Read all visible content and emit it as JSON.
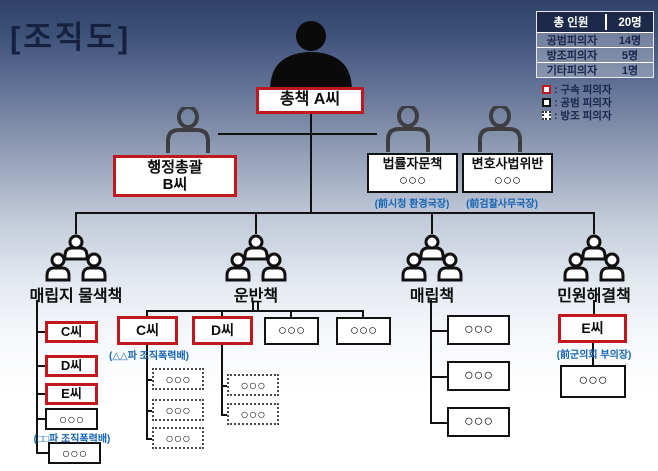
{
  "title": "[조직도]",
  "colors": {
    "arrest_red": "#c0181c",
    "navy": "#1c2949",
    "note_blue": "#1464b4"
  },
  "stats": {
    "header_label": "총 인원",
    "header_value": "20명",
    "rows": [
      {
        "label": "공범피의자",
        "value": "14명"
      },
      {
        "label": "방조피의자",
        "value": "5명"
      },
      {
        "label": "기타피의자",
        "value": "1명"
      }
    ],
    "legend": [
      {
        "style": "arrest",
        "label": ": 구속 피의자"
      },
      {
        "style": "accomplice",
        "label": ": 공범 피의자"
      },
      {
        "style": "abet",
        "label": ": 방조 피의자"
      }
    ]
  },
  "boss": {
    "label": "총책 A씨"
  },
  "deputies": [
    {
      "line1": "행정총괄",
      "line2": "B씨"
    },
    {
      "line1": "법률자문책",
      "line2": "○○○",
      "note": "(前시청 환경국장)"
    },
    {
      "line1": "변호사법위반",
      "line2": "○○○",
      "note": "(前검찰사무국장)"
    }
  ],
  "groups": [
    {
      "label": "매립지 물색책",
      "members": [
        {
          "label": "C씨"
        },
        {
          "label": "D씨"
        },
        {
          "label": "E씨"
        },
        {
          "label": "○○○",
          "note": "(□□파 조직폭력배)"
        },
        {
          "label": "○○○"
        }
      ]
    },
    {
      "label": "운반책",
      "members": [
        {
          "label": "C씨",
          "note": "(△△파 조직폭력배)"
        },
        {
          "label": "D씨"
        },
        {
          "label": "○○○"
        },
        {
          "label": "○○○"
        }
      ],
      "c_children": [
        {
          "label": "○○○"
        },
        {
          "label": "○○○"
        },
        {
          "label": "○○○"
        }
      ],
      "d_children": [
        {
          "label": "○○○"
        },
        {
          "label": "○○○"
        }
      ]
    },
    {
      "label": "매립책",
      "members": [
        {
          "label": "○○○"
        },
        {
          "label": "○○○"
        },
        {
          "label": "○○○"
        }
      ]
    },
    {
      "label": "민원해결책",
      "members": [
        {
          "label": "E씨",
          "note": "(前군의회 부의장)"
        },
        {
          "label": "○○○"
        }
      ]
    }
  ]
}
